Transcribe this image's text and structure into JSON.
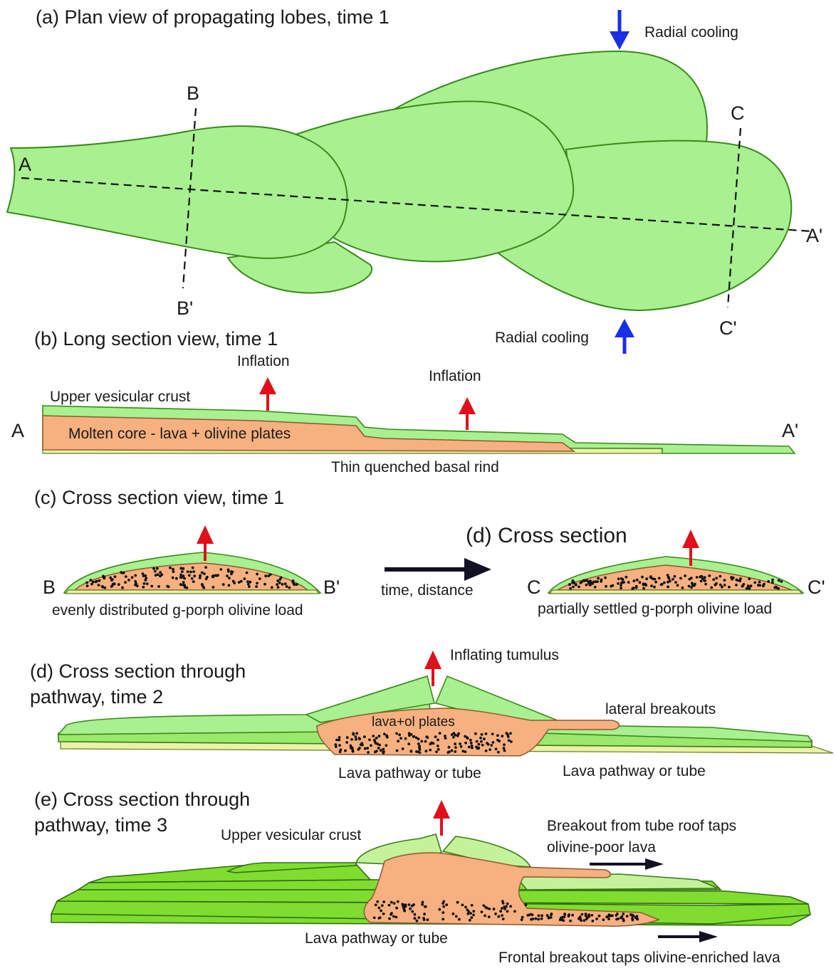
{
  "panel_a": {
    "title": "(a) Plan view of propagating lobes, time 1",
    "A": "A",
    "A_prime": "A'",
    "B": "B",
    "B_prime": "B'",
    "C": "C",
    "C_prime": "C'",
    "radial_cooling_top": "Radial cooling",
    "radial_cooling_bottom": "Radial cooling"
  },
  "panel_b": {
    "title": "(b) Long section view, time 1",
    "inflation_1": "Inflation",
    "inflation_2": "Inflation",
    "upper_crust": "Upper vesicular crust",
    "core": "Molten core - lava + olivine plates",
    "rind": "Thin quenched basal rind",
    "A": "A",
    "A_prime": "A'"
  },
  "panel_c": {
    "title": "(c) Cross section view, time 1",
    "B": "B",
    "B_prime": "B'",
    "caption": "evenly distributed g-porph olivine load"
  },
  "arrow_label": "time, distance",
  "panel_d1": {
    "title": "(d) Cross section",
    "C": "C",
    "C_prime": "C'",
    "caption": "partially settled g-porph olivine load"
  },
  "panel_d2": {
    "title_line1": "(d) Cross section through",
    "title_line2": "pathway, time 2",
    "tumulus": "Inflating tumulus",
    "breakouts": "lateral breakouts",
    "core": "lava+ol plates",
    "pathway_1": "Lava pathway or tube",
    "pathway_2": "Lava pathway or tube"
  },
  "panel_e": {
    "title_line1": "(e) Cross section through",
    "title_line2": "pathway, time 3",
    "upper_crust": "Upper vesicular crust",
    "roof_line1": "Breakout from tube roof taps",
    "roof_line2": "olivine-poor lava",
    "pathway": "Lava pathway or tube",
    "frontal": "Frontal breakout taps olivine-enriched lava"
  },
  "colors": {
    "lobe_fill": "#a8f090",
    "lobe_stroke": "#3a8a1a",
    "molten_core": "#f7b07f",
    "basal_rind": "#e9f2a5",
    "inflation_arrow": "#e0101a",
    "cooling_arrow": "#1a2ee8",
    "time_arrow": "#111122"
  }
}
